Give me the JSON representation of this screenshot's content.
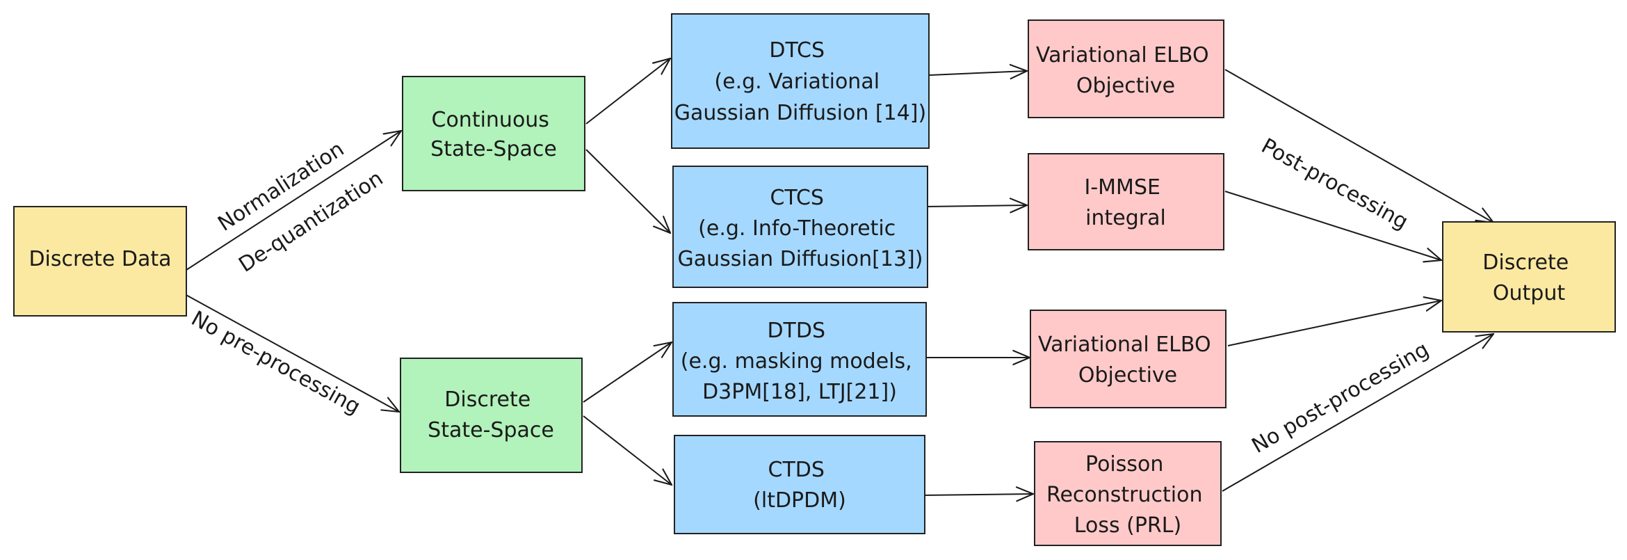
{
  "nodes": {
    "discrete_data": {
      "lines": [
        "Discrete Data"
      ]
    },
    "continuous_ss": {
      "lines": [
        "Continuous",
        "State-Space"
      ]
    },
    "discrete_ss": {
      "lines": [
        "Discrete",
        "State-Space"
      ]
    },
    "dtcs": {
      "lines": [
        "DTCS",
        "(e.g. Variational",
        "Gaussian Diffusion [14])"
      ]
    },
    "ctcs": {
      "lines": [
        "CTCS",
        "(e.g. Info-Theoretic",
        "Gaussian Diffusion[13])"
      ]
    },
    "dtds": {
      "lines": [
        "DTDS",
        "(e.g. masking models,",
        "D3PM[18], LTJ[21])"
      ]
    },
    "ctds": {
      "lines": [
        "CTDS",
        "(ltDPDM)"
      ]
    },
    "elbo1": {
      "lines": [
        "Variational ELBO",
        "Objective"
      ]
    },
    "immse": {
      "lines": [
        "I-MMSE",
        "integral"
      ]
    },
    "elbo2": {
      "lines": [
        "Variational ELBO",
        "Objective"
      ]
    },
    "prl": {
      "lines": [
        "Poisson",
        "Reconstruction",
        "Loss (PRL)"
      ]
    },
    "discrete_output": {
      "lines": [
        "Discrete",
        "Output"
      ]
    }
  },
  "edge_labels": {
    "normalization": "Normalization",
    "dequantization": "De-quantization",
    "no_preprocessing": "No pre-processing",
    "postprocessing": "Post-processing",
    "no_postprocessing": "No post-processing"
  },
  "colors": {
    "yellow": "#fbe9a2",
    "green": "#b2f2bb",
    "blue": "#a5d8ff",
    "pink": "#ffc9c9"
  }
}
